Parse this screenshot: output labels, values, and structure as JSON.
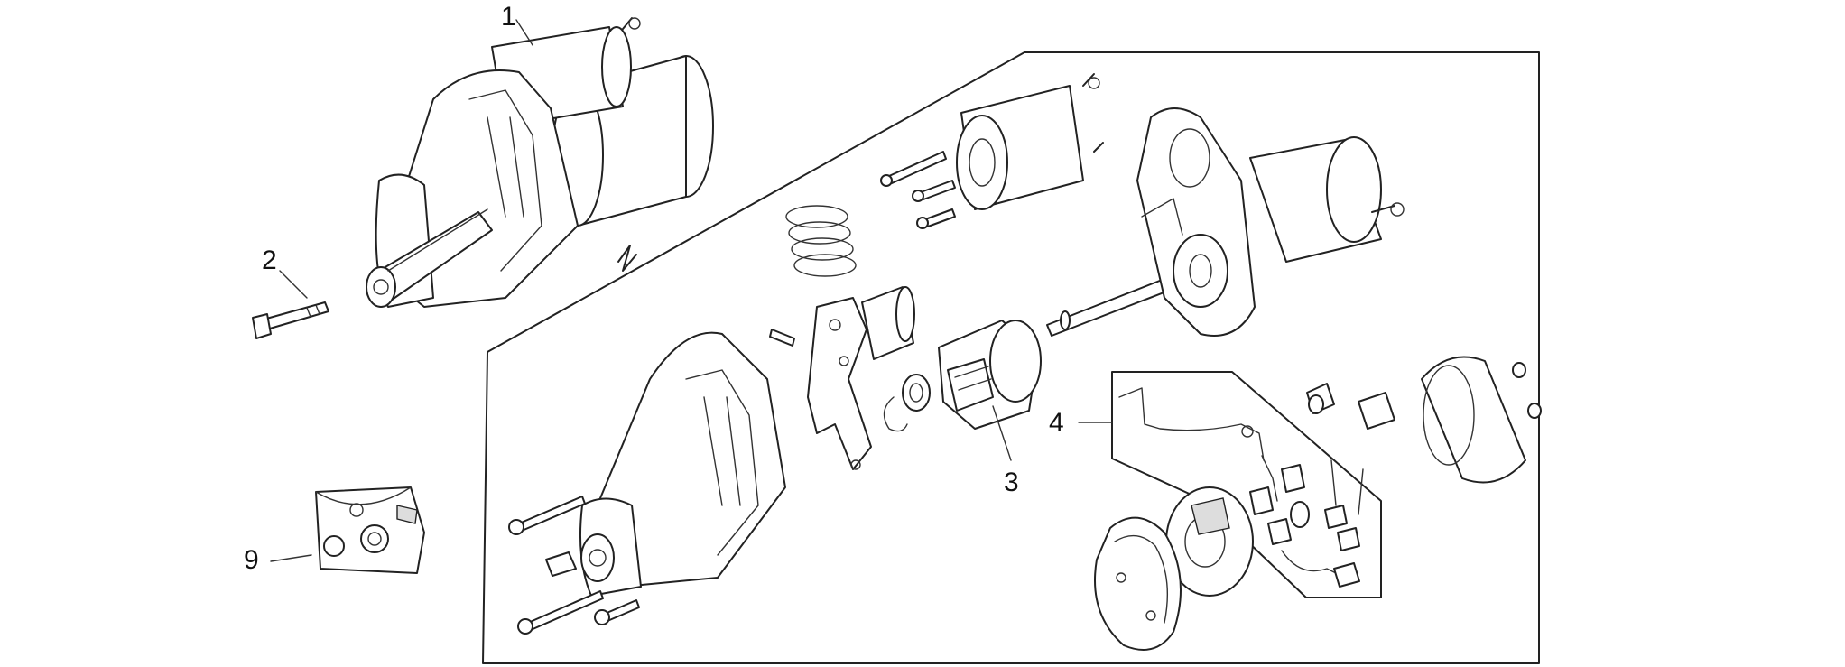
{
  "callouts": [
    {
      "id": "1",
      "label": "1"
    },
    {
      "id": "2",
      "label": "2"
    },
    {
      "id": "3",
      "label": "3"
    },
    {
      "id": "4",
      "label": "4"
    },
    {
      "id": "9",
      "label": "9"
    }
  ],
  "colors": {
    "line": "#222222",
    "background": "#ffffff"
  }
}
